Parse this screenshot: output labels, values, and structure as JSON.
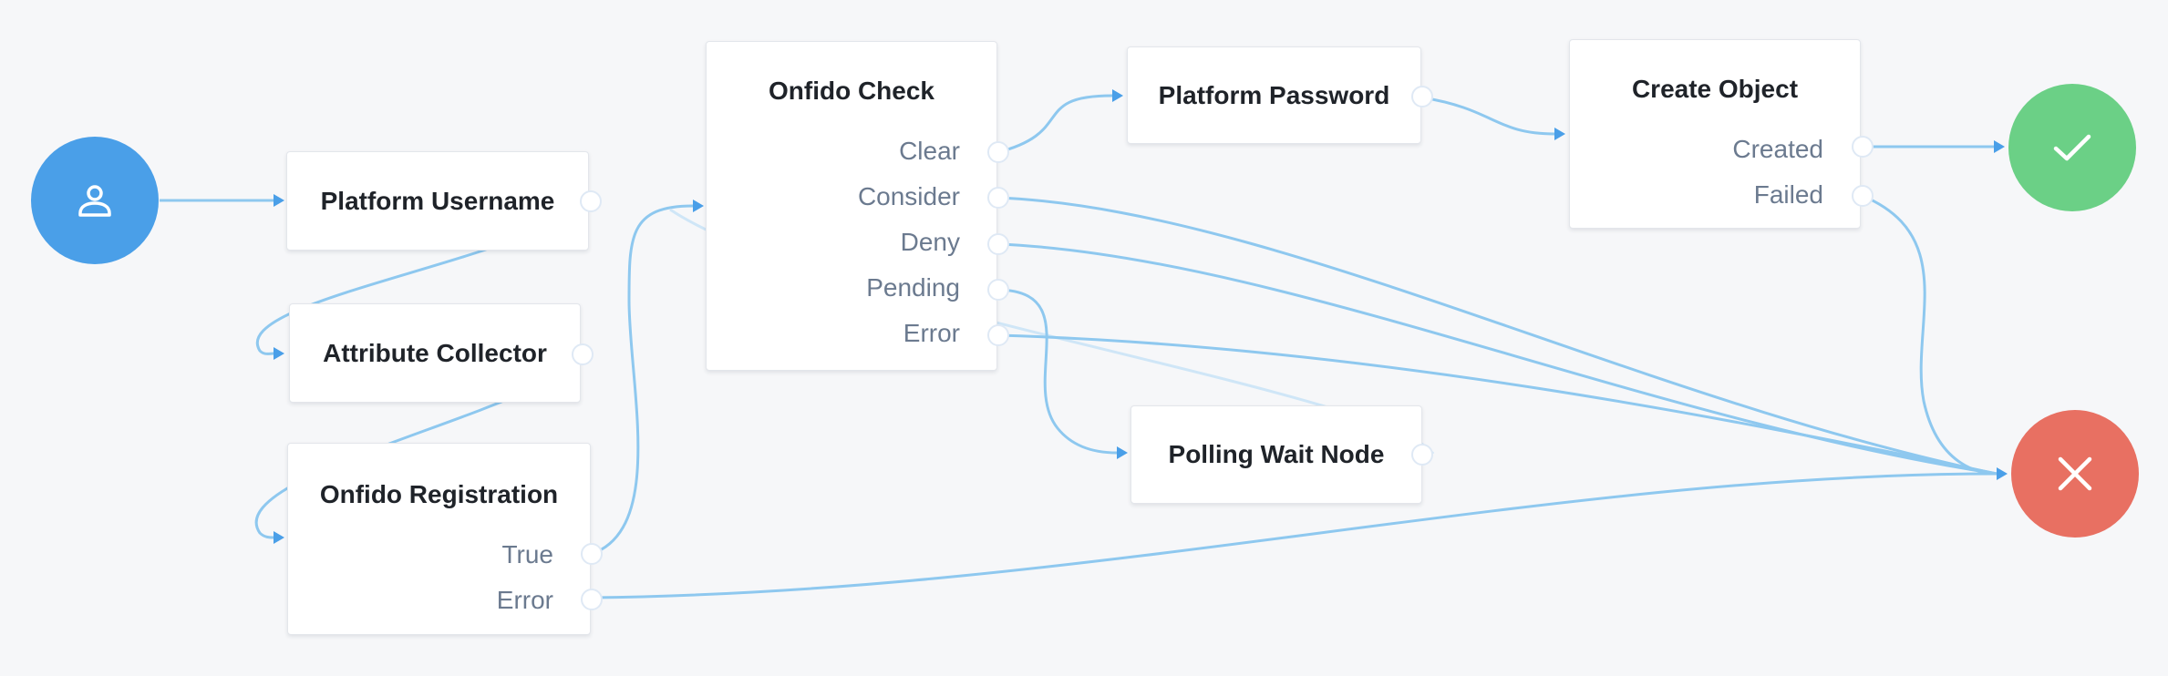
{
  "flow": {
    "start": {
      "icon": "person-icon",
      "color": "#4a9fe8"
    },
    "success": {
      "icon": "checkmark-icon",
      "color": "#6bd086"
    },
    "failure": {
      "icon": "close-icon",
      "color": "#e87062"
    },
    "nodes": {
      "platform_username": {
        "title": "Platform Username"
      },
      "attribute_collector": {
        "title": "Attribute Collector"
      },
      "onfido_registration": {
        "title": "Onfido Registration",
        "outcomes": [
          "True",
          "Error"
        ]
      },
      "onfido_check": {
        "title": "Onfido Check",
        "outcomes": [
          "Clear",
          "Consider",
          "Deny",
          "Pending",
          "Error"
        ]
      },
      "platform_password": {
        "title": "Platform Password"
      },
      "polling_wait_node": {
        "title": "Polling Wait Node"
      },
      "create_object": {
        "title": "Create Object",
        "outcomes": [
          "Created",
          "Failed"
        ]
      }
    },
    "colors": {
      "wire": "#8ec8ef",
      "arrow": "#4a9fe8",
      "canvas": "#f6f7f9"
    }
  }
}
